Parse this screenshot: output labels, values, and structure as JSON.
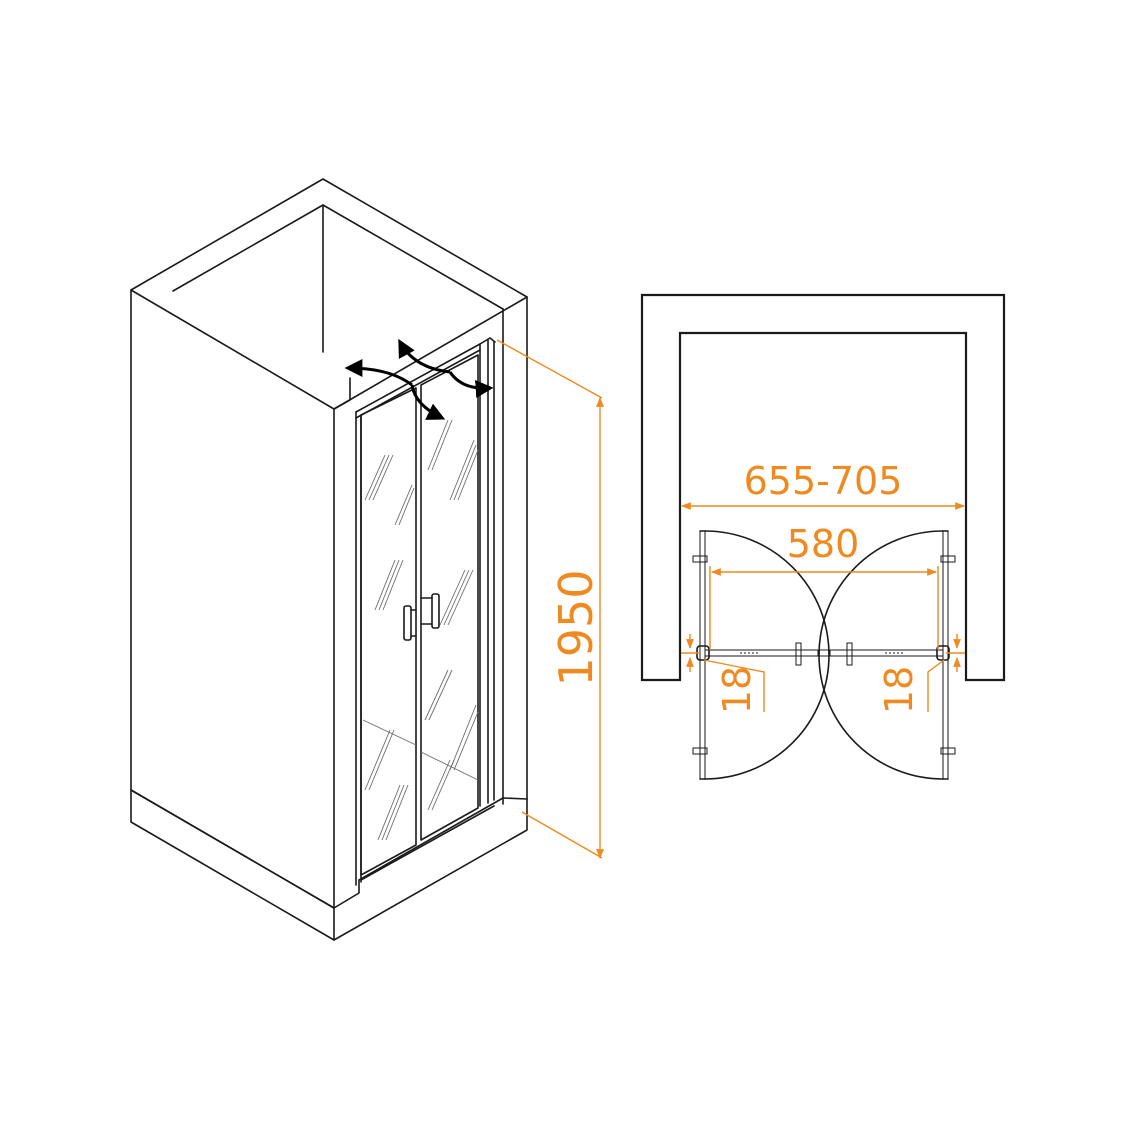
{
  "colors": {
    "dimension": "#EE8A1F",
    "outline": "#1a1a1a",
    "background": "#ffffff"
  },
  "iso_view": {
    "height_label": "1950"
  },
  "plan_view": {
    "width_range_label": "655-705",
    "door_opening_label": "580",
    "left_gap_label": "18",
    "right_gap_label": "18"
  },
  "icons": [
    "door-swing-arrows-icon",
    "door-handle-icon",
    "hinge-icon"
  ]
}
